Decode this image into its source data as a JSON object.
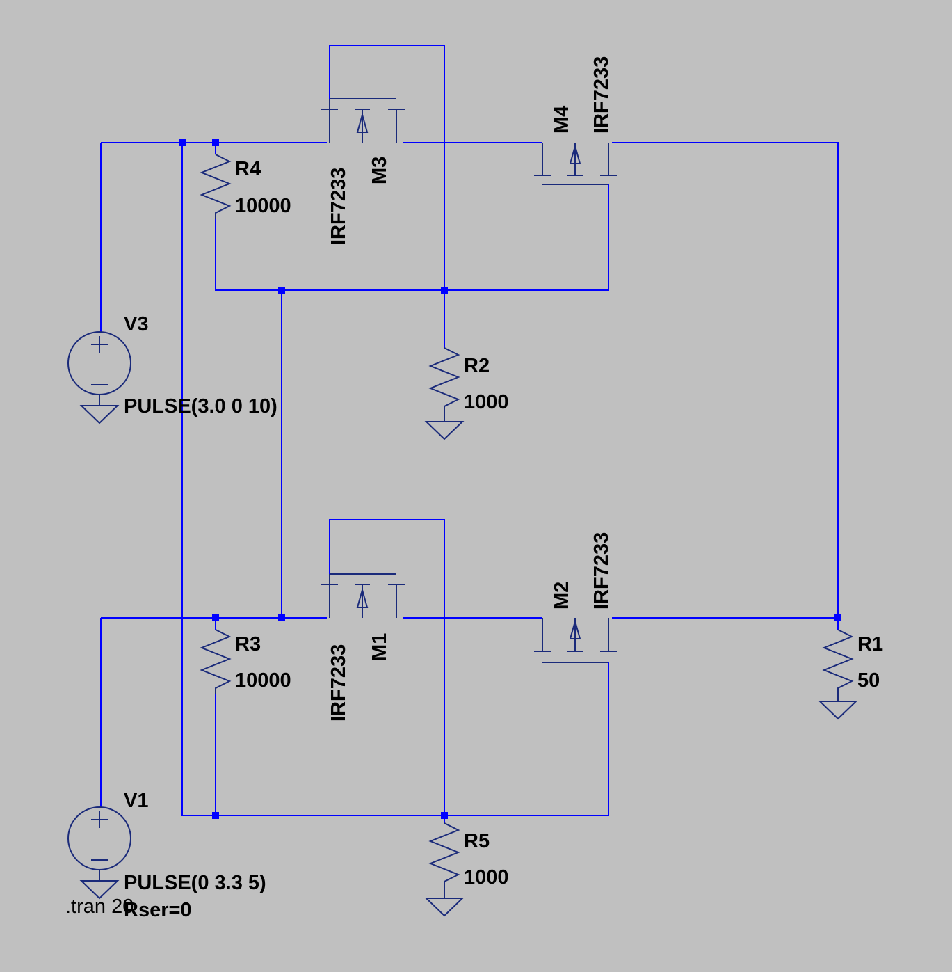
{
  "schematic": {
    "resistors": [
      {
        "ref": "R4",
        "value": "10000"
      },
      {
        "ref": "R2",
        "value": "1000"
      },
      {
        "ref": "R3",
        "value": "10000"
      },
      {
        "ref": "R5",
        "value": "1000"
      },
      {
        "ref": "R1",
        "value": "50"
      }
    ],
    "sources": [
      {
        "ref": "V3",
        "value": "PULSE(3.0 0 10)"
      },
      {
        "ref": "V1",
        "value": "PULSE(0 3.3 5)",
        "extra": "Rser=0"
      }
    ],
    "mosfets": [
      {
        "ref": "M3",
        "model": "IRF7233"
      },
      {
        "ref": "M4",
        "model": "IRF7233"
      },
      {
        "ref": "M1",
        "model": "IRF7233"
      },
      {
        "ref": "M2",
        "model": "IRF7233"
      }
    ],
    "directive": ".tran 20",
    "colors": {
      "wire": "#0000ff",
      "symbol": "#1a2a7a",
      "background": "#c0c0c0"
    }
  }
}
